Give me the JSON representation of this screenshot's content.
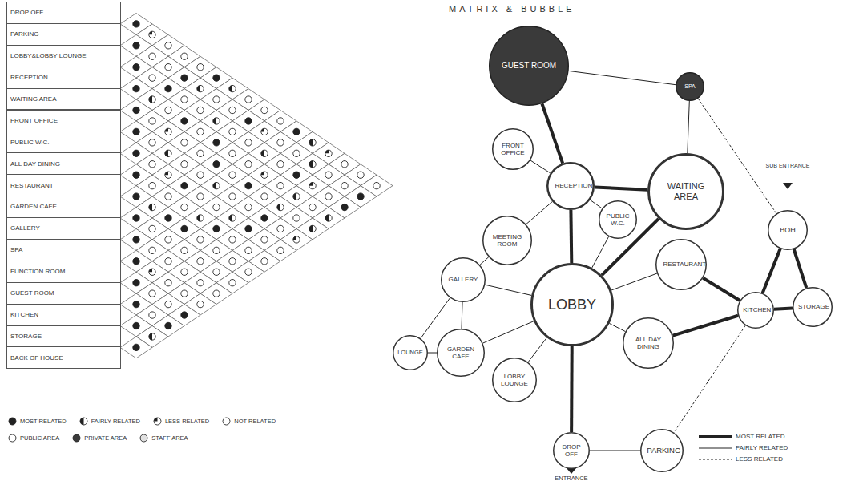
{
  "diagram": {
    "title": "MATRIX & BUBBLE",
    "nodes": [
      {
        "text": [
          "GUEST ROOM"
        ]
      },
      {
        "text": [
          "SPA"
        ]
      },
      {
        "text": [
          "FRONT OFFICE"
        ]
      },
      {
        "text": [
          "RECEPTION"
        ]
      },
      {
        "text": [
          "WAITING AREA"
        ]
      },
      {
        "text": [
          "MEETING ROOM"
        ]
      },
      {
        "text": [
          "PUBLIC W.C."
        ]
      },
      {
        "text": [
          "BOH"
        ]
      },
      {
        "text": [
          "GALLERY"
        ]
      },
      {
        "text": [
          "LOBBY"
        ]
      },
      {
        "text": [
          "RESTAURANT"
        ]
      },
      {
        "text": [
          "LOUNGE"
        ]
      },
      {
        "text": [
          "KITCHEN"
        ]
      },
      {
        "text": [
          "STORAGE"
        ]
      },
      {
        "text": [
          "GARDEN CAFE"
        ]
      },
      {
        "text": [
          "ALL DAY DINING"
        ]
      },
      {
        "text": [
          "LOBBY LOUNGE"
        ]
      },
      {
        "text": [
          "DROP OFF"
        ]
      },
      {
        "text": [
          "PARKING"
        ]
      }
    ],
    "edges": [
      {
        "from": 0,
        "to": 3,
        "arrow": "none"
      },
      {
        "from": 0,
        "to": 1,
        "arrow": "none"
      },
      {
        "from": 1,
        "to": 4,
        "arrow": "none"
      },
      {
        "from": 1,
        "to": 7,
        "arrow": "none"
      },
      {
        "from": 2,
        "to": 3,
        "arrow": "none"
      },
      {
        "from": 3,
        "to": 5,
        "arrow": "none"
      },
      {
        "from": 3,
        "to": 4,
        "arrow": "none"
      },
      {
        "from": 3,
        "to": 9,
        "arrow": "none"
      },
      {
        "from": 3,
        "to": 6,
        "arrow": "none"
      },
      {
        "from": 4,
        "to": 9,
        "arrow": "none"
      },
      {
        "from": 6,
        "to": 9,
        "arrow": "none"
      },
      {
        "from": 5,
        "to": 8,
        "arrow": "none"
      },
      {
        "from": 8,
        "to": 9,
        "arrow": "none"
      },
      {
        "from": 8,
        "to": 14,
        "arrow": "none"
      },
      {
        "from": 8,
        "to": 11,
        "arrow": "none"
      },
      {
        "from": 11,
        "to": 14,
        "arrow": "none"
      },
      {
        "from": 14,
        "to": 9,
        "arrow": "none"
      },
      {
        "from": 16,
        "to": 9,
        "arrow": "none"
      },
      {
        "from": 9,
        "to": 10,
        "arrow": "none"
      },
      {
        "from": 9,
        "to": 15,
        "arrow": "none"
      },
      {
        "from": 10,
        "to": 12,
        "arrow": "none"
      },
      {
        "from": 15,
        "to": 12,
        "arrow": "none"
      },
      {
        "from": 12,
        "to": 7,
        "arrow": "none"
      },
      {
        "from": 12,
        "to": 13,
        "arrow": "none"
      },
      {
        "from": 7,
        "to": 13,
        "arrow": "none"
      },
      {
        "from": 12,
        "to": 18,
        "arrow": "none"
      },
      {
        "from": 9,
        "to": 17,
        "arrow": "none"
      },
      {
        "from": 17,
        "to": 18,
        "arrow": "none"
      }
    ],
    "labels": [
      "DROP OFF",
      "PARKING",
      "LOBBY&LOBBY LOUNGE",
      "RECEPTION",
      "WAITING AREA",
      "FRONT OFFICE",
      "PUBLIC W.C.",
      "ALL DAY DINING",
      "RESTAURANT",
      "GARDEN CAFE",
      "GALLERY",
      "SPA",
      "FUNCTION ROOM",
      "GUEST ROOM",
      "KITCHEN",
      "STORAGE",
      "BACK OF HOUSE",
      "SUB ENTRANCE",
      "ENTRANCE"
    ],
    "legend": [
      {
        "text": "MOST RELATED"
      },
      {
        "text": "FAIRLY RELATED"
      },
      {
        "text": "LESS RELATED"
      },
      {
        "text": "NOT RELATED"
      },
      {
        "text": "PUBLIC AREA",
        "color": "#ffffff"
      },
      {
        "text": "PRIVATE AREA",
        "color": "#3a3a3a"
      },
      {
        "text": "STAFF AREA",
        "color": "#e0e0e0"
      },
      {
        "text": "MOST RELATED"
      },
      {
        "text": "FAIRLY RELATED"
      },
      {
        "text": "LESS RELATED"
      }
    ]
  }
}
